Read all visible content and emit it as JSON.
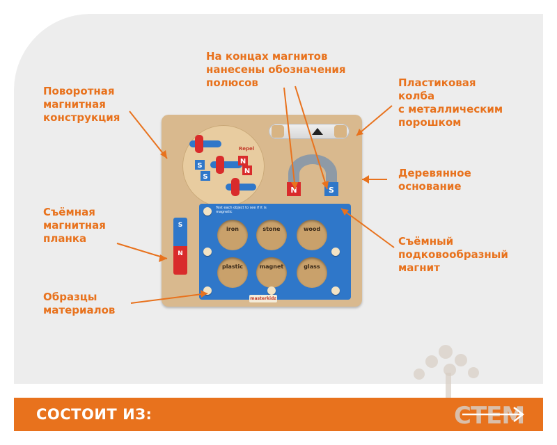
{
  "labels": {
    "rotating": "Поворотная\nмагнитная\nконструкция",
    "poles": "На концах магнитов\nнанесены обозначения\nполюсов",
    "tube": "Пластиковая\nколба\nс металлическим\nпорошком",
    "wood_base": "Деревянное\nоснование",
    "removable_bar": "Съёмная\nмагнитная\nпланка",
    "horseshoe": "Съёмный\nподковообразный\nмагнит",
    "samples": "Образцы\nматериалов"
  },
  "board": {
    "instruction": "Test each object to see if it is magnetic",
    "samples": [
      "iron",
      "stone",
      "wood",
      "plastic",
      "magnet",
      "glass"
    ],
    "pole_n": "N",
    "pole_s": "S",
    "brand": "masterkidz",
    "repel": "Repel"
  },
  "footer": {
    "title": "СОСТОИТ ИЗ:",
    "logo_text": "СТЕМ"
  },
  "colors": {
    "accent": "#e8721d",
    "panel": "#ededed",
    "board_wood": "#d9b98e",
    "board_blue": "#2f77c9",
    "magnet_red": "#d92b2b"
  }
}
